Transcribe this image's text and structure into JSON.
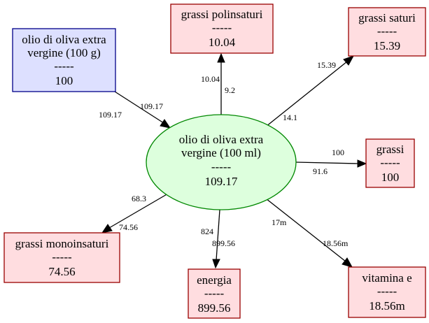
{
  "nodes": {
    "source": {
      "label": "olio di oliva extra vergine (100 g)",
      "line1": "olio di oliva extra",
      "line2": "vergine (100 g)",
      "sep": "-----",
      "value": "100",
      "fill": "#dde0ff",
      "stroke": "#000088"
    },
    "center": {
      "label": "olio di oliva extra vergine (100 ml)",
      "line1": "olio di oliva extra",
      "line2": "vergine (100 ml)",
      "sep": "-----",
      "value": "109.17",
      "fill": "#ddffdd",
      "stroke": "#008800"
    },
    "polinsaturi": {
      "label": "grassi polinsaturi",
      "sep": "-----",
      "value": "10.04",
      "fill": "#ffdde0",
      "stroke": "#990000"
    },
    "saturi": {
      "label": "grassi saturi",
      "sep": "-----",
      "value": "15.39",
      "fill": "#ffdde0",
      "stroke": "#990000"
    },
    "grassi": {
      "label": "grassi",
      "sep": "-----",
      "value": "100",
      "fill": "#ffdde0",
      "stroke": "#990000"
    },
    "vitamina": {
      "label": "vitamina e",
      "sep": "-----",
      "value": "18.56m",
      "fill": "#ffdde0",
      "stroke": "#990000"
    },
    "energia": {
      "label": "energia",
      "sep": "-----",
      "value": "899.56",
      "fill": "#ffdde0",
      "stroke": "#990000"
    },
    "monoinsaturi": {
      "label": "grassi monoinsaturi",
      "sep": "-----",
      "value": "74.56",
      "fill": "#ffdde0",
      "stroke": "#990000"
    }
  },
  "edges": {
    "source_center": {
      "from": "olio di oliva extra vergine (100 g)",
      "to": "olio di oliva extra vergine (100 ml)",
      "label_a": "109.17",
      "label_b": "109.17"
    },
    "center_polinsaturi": {
      "from": "olio di oliva extra vergine (100 ml)",
      "to": "grassi polinsaturi",
      "label_a": "10.04",
      "label_b": "9.2"
    },
    "center_saturi": {
      "from": "olio di oliva extra vergine (100 ml)",
      "to": "grassi saturi",
      "label_a": "15.39",
      "label_b": "14.1"
    },
    "center_grassi": {
      "from": "olio di oliva extra vergine (100 ml)",
      "to": "grassi",
      "label_a": "100",
      "label_b": "91.6"
    },
    "center_vitamina": {
      "from": "olio di oliva extra vergine (100 ml)",
      "to": "vitamina e",
      "label_a": "17m",
      "label_b": "18.56m"
    },
    "center_energia": {
      "from": "olio di oliva extra vergine (100 ml)",
      "to": "energia",
      "label_a": "824",
      "label_b": "899.56"
    },
    "center_monoinsaturi": {
      "from": "olio di oliva extra vergine (100 ml)",
      "to": "grassi monoinsaturi",
      "label_a": "68.3",
      "label_b": "74.56"
    }
  }
}
